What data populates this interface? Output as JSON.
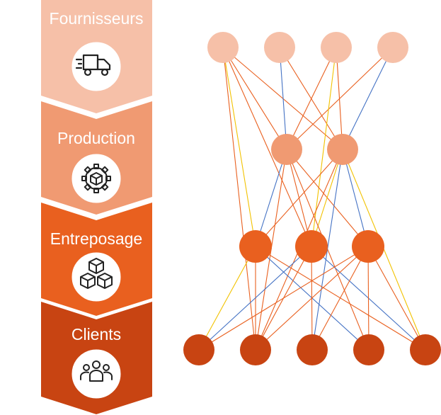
{
  "stages": [
    {
      "id": "fournisseurs",
      "label": "Fournisseurs",
      "icon": "delivery-truck-icon",
      "color": "#F6C0A8"
    },
    {
      "id": "production",
      "label": "Production",
      "icon": "gear-box-icon",
      "color": "#F09A72"
    },
    {
      "id": "entreposage",
      "label": "Entreposage",
      "icon": "stacked-boxes-icon",
      "color": "#E9601F"
    },
    {
      "id": "clients",
      "label": "Clients",
      "icon": "people-group-icon",
      "color": "#C84412"
    }
  ],
  "network": {
    "layers": [
      {
        "stage": "fournisseurs",
        "count": 4,
        "color": "#F6C0A8"
      },
      {
        "stage": "production",
        "count": 2,
        "color": "#F09A72"
      },
      {
        "stage": "entreposage",
        "count": 3,
        "color": "#E9601F"
      },
      {
        "stage": "clients",
        "count": 5,
        "color": "#C84412"
      }
    ],
    "link_colors": {
      "orange": "#E9601F",
      "blue": "#4472C4",
      "yellow": "#F2C200"
    }
  }
}
